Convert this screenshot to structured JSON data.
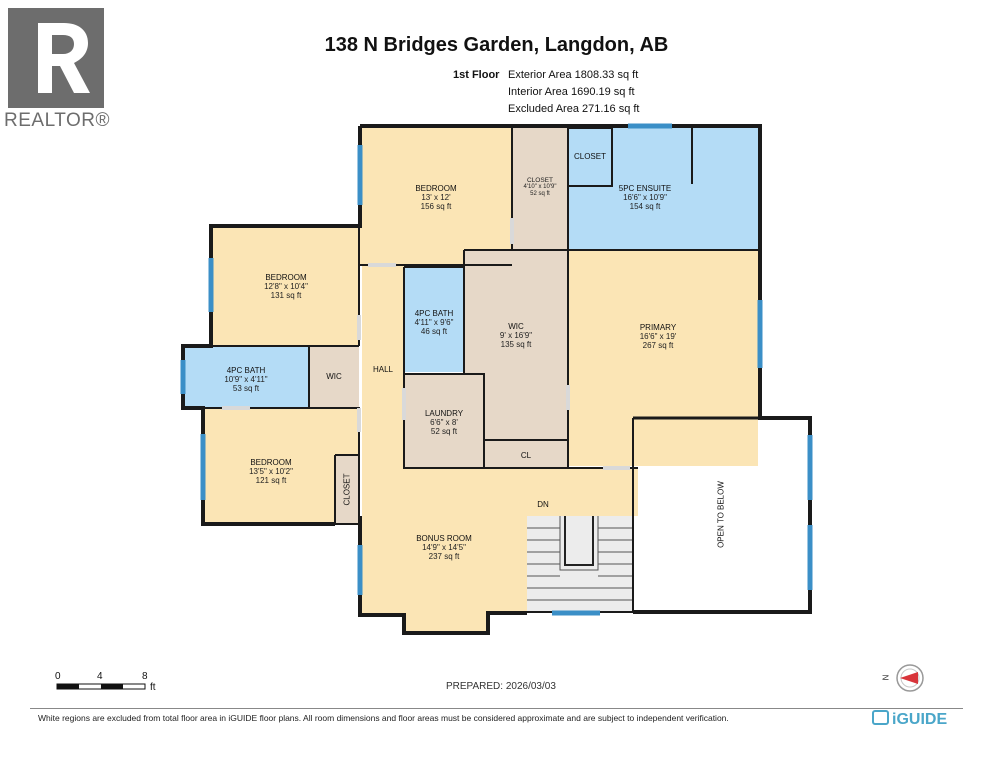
{
  "header": {
    "logo_word": "REALTOR®",
    "title": "138 N Bridges Garden, Langdon, AB",
    "floor_label": "1st Floor",
    "areas": [
      "Exterior Area 1808.33 sq ft",
      "Interior Area 1690.19 sq ft",
      "Excluded Area 271.16 sq ft"
    ]
  },
  "rooms": {
    "bedroom_top": {
      "name": "BEDROOM",
      "dims": "13' x 12'",
      "area": "156 sq ft"
    },
    "closet_small": {
      "name": "CLOSET",
      "dims": "4'10\" x 10'9\"",
      "area": "52 sq ft"
    },
    "closet_ensuite": {
      "name": "CLOSET"
    },
    "ensuite": {
      "name": "5PC ENSUITE",
      "dims": "16'6\" x 10'9\"",
      "area": "154 sq ft"
    },
    "bedroom_left": {
      "name": "BEDROOM",
      "dims": "12'8\" x 10'4\"",
      "area": "131 sq ft"
    },
    "bath_center": {
      "name": "4PC BATH",
      "dims": "4'11\" x 9'6\"",
      "area": "46 sq ft"
    },
    "wic_main": {
      "name": "WIC",
      "dims": "9' x 16'9\"",
      "area": "135 sq ft"
    },
    "primary": {
      "name": "PRIMARY",
      "dims": "16'6\" x 19'",
      "area": "267 sq ft"
    },
    "bath_left": {
      "name": "4PC BATH",
      "dims": "10'9\" x 4'11\"",
      "area": "53 sq ft"
    },
    "wic_small": {
      "name": "WIC"
    },
    "hall": {
      "name": "HALL"
    },
    "laundry": {
      "name": "LAUNDRY",
      "dims": "6'6\" x 8'",
      "area": "52 sq ft"
    },
    "cl": {
      "name": "CL"
    },
    "bedroom_bottom": {
      "name": "BEDROOM",
      "dims": "13'5\" x 10'2\"",
      "area": "121 sq ft"
    },
    "closet_vertical": {
      "name": "CLOSET"
    },
    "bonus": {
      "name": "BONUS ROOM",
      "dims": "14'9\" x 14'5\"",
      "area": "237 sq ft"
    },
    "dn": {
      "name": "DN"
    },
    "open_below": {
      "name": "OPEN TO BELOW"
    }
  },
  "scale": {
    "labels": [
      "0",
      "4",
      "8"
    ],
    "unit": "ft"
  },
  "prepared": "PREPARED: 2026/03/03",
  "compass": {
    "label": "N"
  },
  "footer": {
    "disclaimer": "White regions are excluded from total floor area in iGUIDE floor plans. All room dimensions and floor areas must be considered approximate and are subject to independent verification.",
    "brand": "iGUIDE"
  },
  "colors": {
    "bedroom": "#fbe5b5",
    "bath": "#b4dcf6",
    "closet": "#e6d8c8",
    "wall": "#1a1a1a",
    "window": "#3b8fc7",
    "logo": "#6d6d6d"
  }
}
